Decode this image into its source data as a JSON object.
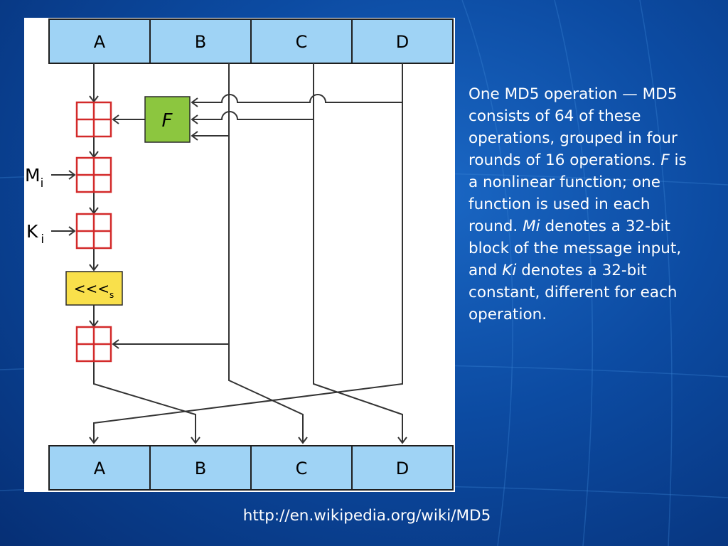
{
  "diagram": {
    "registers_top": [
      "A",
      "B",
      "C",
      "D"
    ],
    "registers_bottom": [
      "A",
      "B",
      "C",
      "D"
    ],
    "function_label": "F",
    "message_label": "M",
    "message_sub": "i",
    "constant_label": "K",
    "constant_sub": "i",
    "rotate_label": "<<<",
    "rotate_sub": "s"
  },
  "description": {
    "s1": "One MD5 operation — MD5 consists of 64 of these operations, grouped in four rounds of 16 operations. ",
    "f": "F",
    "s2": " is a nonlinear function; one function is used in each round. ",
    "mi": "Mi",
    "s3": " denotes a 32-bit block of the message input, and ",
    "ki": "Ki",
    "s4": " denotes a 32-bit constant, different for each operation."
  },
  "source_url": "http://en.wikipedia.org/wiki/MD5",
  "colors": {
    "register_fill": "#9fd3f5",
    "register_stroke": "#1e1e1e",
    "function_fill": "#8cc63f",
    "rotate_fill": "#f9e04b",
    "adder_stroke": "#d32a2a",
    "background": "#0c4ba2"
  }
}
